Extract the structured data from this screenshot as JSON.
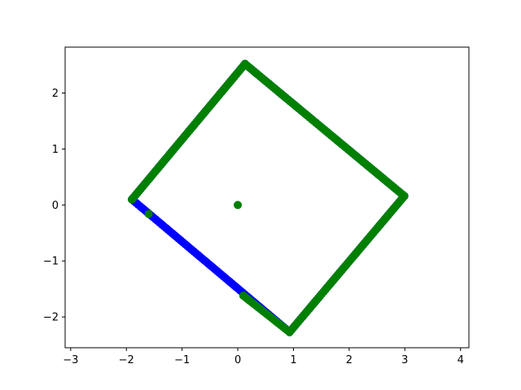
{
  "chart_data": {
    "type": "scatter",
    "title": "",
    "xlabel": "",
    "ylabel": "",
    "xlim": [
      -3.1,
      4.15
    ],
    "ylim": [
      -2.55,
      2.82
    ],
    "xticks": [
      -3,
      -2,
      -1,
      0,
      1,
      2,
      3,
      4
    ],
    "yticks": [
      -2,
      -1,
      0,
      1,
      2
    ],
    "xtick_labels": [
      "−3",
      "−2",
      "−1",
      "0",
      "1",
      "2",
      "3",
      "4"
    ],
    "ytick_labels": [
      "−2",
      "−1",
      "0",
      "1",
      "2"
    ],
    "grid": false,
    "legend": "none",
    "series": [
      {
        "color": "#0000ff",
        "outline": [
          [
            0.13,
            2.52
          ],
          [
            2.99,
            0.16
          ],
          [
            0.93,
            -2.27
          ],
          [
            -1.9,
            0.1
          ],
          [
            0.13,
            2.52
          ]
        ],
        "point_spacing": 0.05
      },
      {
        "color": "#008000",
        "outline": [
          [
            -1.9,
            0.1
          ],
          [
            0.13,
            2.52
          ],
          [
            2.99,
            0.16
          ],
          [
            0.93,
            -2.27
          ],
          [
            0.1,
            -1.62
          ]
        ],
        "point_spacing": 0.05,
        "extra_points": [
          [
            0.0,
            0.0
          ],
          [
            -1.9,
            0.1
          ],
          [
            -1.6,
            -0.16
          ]
        ]
      }
    ]
  }
}
